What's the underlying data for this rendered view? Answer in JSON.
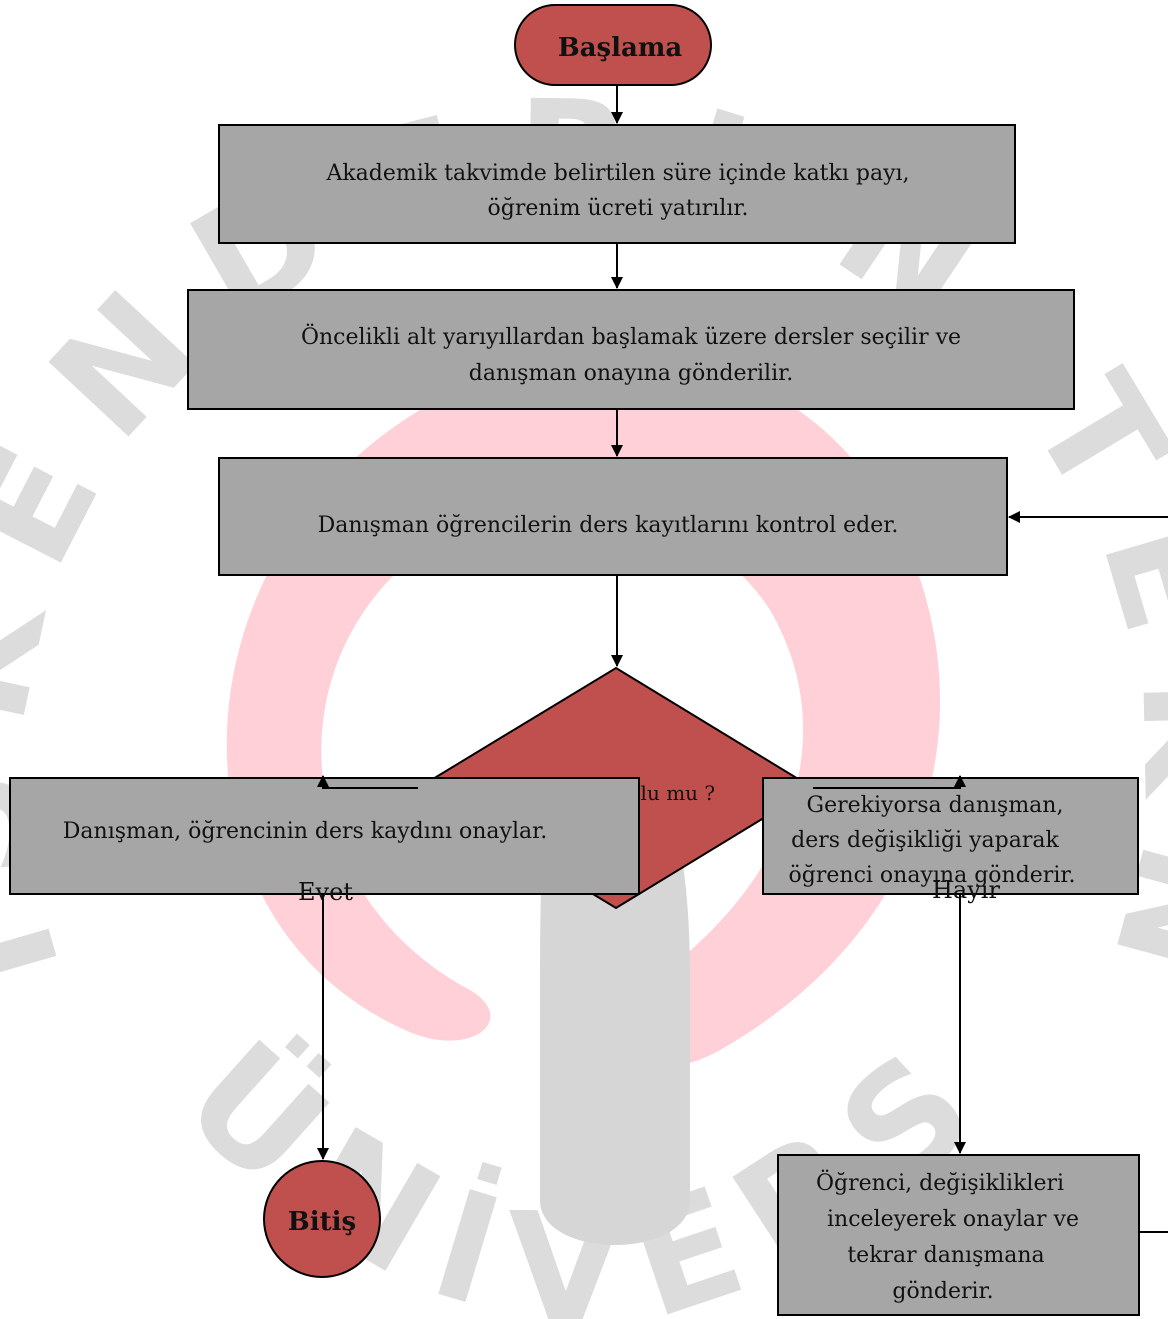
{
  "watermark": {
    "ring_text": "İSKENDERUN TEKNİK ÜNİVERSİTESİ",
    "ring_color": "#dcdcdc",
    "flame_color": "#ffd0d8",
    "drop_color": "#d6d6d6"
  },
  "colors": {
    "terminal_fill": "#c0504d",
    "process_fill": "#a6a6a6",
    "decision_fill": "#c0504d",
    "stroke": "#000000"
  },
  "nodes": {
    "start": "Başlama",
    "step1": [
      "Akademik takvimde belirtilen süre içinde katkı payı,",
      "öğrenim ücreti yatırılır."
    ],
    "step2": [
      "Öncelikli alt yarıyıllardan başlamak üzere dersler seçilir ve",
      "danışman onayına gönderilir."
    ],
    "step3": "Danışman öğrencilerin ders kayıtlarını kontrol eder.",
    "decision": "Sonuç Olumlu mu ?",
    "approve": "Danışman,  öğrencinin ders kaydını onaylar.",
    "modify": [
      "Gerekiyorsa danışman,",
      "ders değişikliği yaparak",
      "öğrenci onayına gönderir."
    ],
    "student": [
      "Öğrenci, değişiklikleri",
      "inceleyerek onaylar ve",
      "tekrar danışmana",
      "gönderir."
    ],
    "end": "Bitiş"
  },
  "edges": {
    "yes_label": "Evet",
    "no_label": "Hayır"
  }
}
